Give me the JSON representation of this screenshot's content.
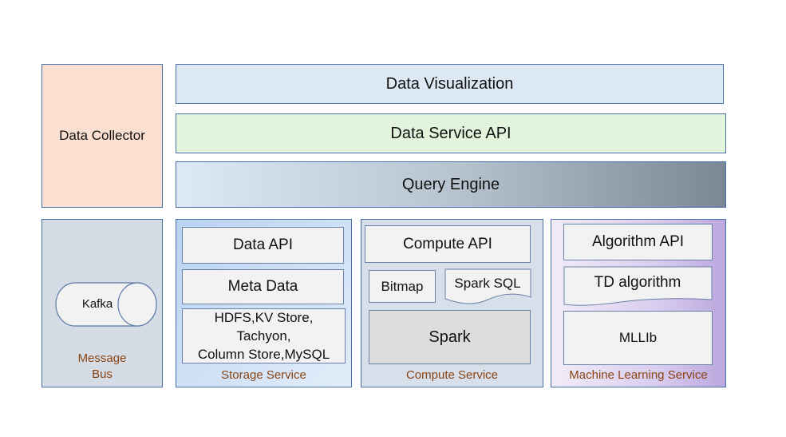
{
  "top": {
    "data_collector": "Data Collector",
    "data_visualization": "Data Visualization",
    "data_service_api": "Data Service API",
    "query_engine": "Query Engine"
  },
  "message_bus": {
    "kafka": "Kafka",
    "caption_line1": "Message",
    "caption_line2": "Bus"
  },
  "storage_service": {
    "data_api": "Data API",
    "meta_data": "Meta Data",
    "stores_line1": "HDFS,KV Store,",
    "stores_line2": "Tachyon,",
    "stores_line3": "Column Store,MySQL",
    "caption": "Storage Service"
  },
  "compute_service": {
    "compute_api": "Compute API",
    "bitmap": "Bitmap",
    "spark_sql": "Spark SQL",
    "spark": "Spark",
    "caption": "Compute Service"
  },
  "ml_service": {
    "algorithm_api": "Algorithm API",
    "td_algorithm": "TD algorithm",
    "mllib": "MLLIb",
    "caption": "Machine Learning Service"
  },
  "colors": {
    "data_collector_fill": "#fbe0d2",
    "data_visualization_fill": "#dde8f5",
    "data_service_api_fill": "#e2f4dc",
    "query_engine_gradient": [
      "#dde9f6",
      "#7b8794"
    ],
    "message_bus_fill": "#d5dce6",
    "storage_gradient": [
      "#b9d3f2",
      "#e2edf9"
    ],
    "compute_fill": "#d6dfea",
    "ml_gradient": [
      "#f1ecf7",
      "#bba7de"
    ],
    "caption_color": "#8b4513"
  }
}
